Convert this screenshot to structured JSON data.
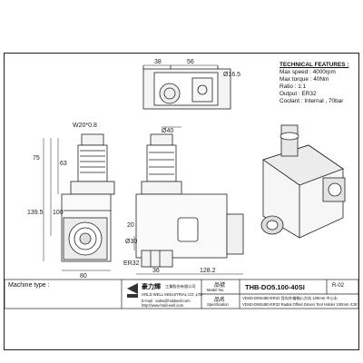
{
  "tech": {
    "heading": "TECHNICAL FEATURES :",
    "lines": [
      "Max speed : 4000rpm",
      "Max torque : 40Nm",
      "Ratio : 1:1",
      "Output : ER32",
      "Coolant : Internal , 70bar"
    ]
  },
  "dims": {
    "d38": "38",
    "d56": "56",
    "d16": "Ø16.5",
    "w20": "W20*0.8",
    "d40": "Ø40",
    "d63": "63",
    "d75": "75",
    "d100": "100",
    "d1395": "139.5",
    "d20": "20",
    "d30": "Ø30",
    "d80": "80",
    "d36": "36",
    "d128": "128.2",
    "er32": "ER32"
  },
  "titleblock": {
    "machine_label": "Machine type :",
    "company_cn": "豪力輝",
    "company_cn_suffix": "工業股份有限公司",
    "company_en": "HOLD WELL INDUSTRIAL CO.,LTD",
    "address": "E-mail : sales@holdwell.com",
    "web": "http://www.hold-well.com",
    "model_cn": "品號",
    "model_en": "Model No.",
    "model_value": "THB-DO5.100-40SI",
    "rev": "R-02",
    "spec_cn": "品名",
    "spec_en": "Specification",
    "spec_value_cn": "VDI40-DIN5480-ER32 徑向外偏軸心方向 100mm 中心水",
    "spec_value_en": "VDI40-DIN5480-ER32 Radial Offset Driven Tool Holder 100mm IC/E"
  }
}
